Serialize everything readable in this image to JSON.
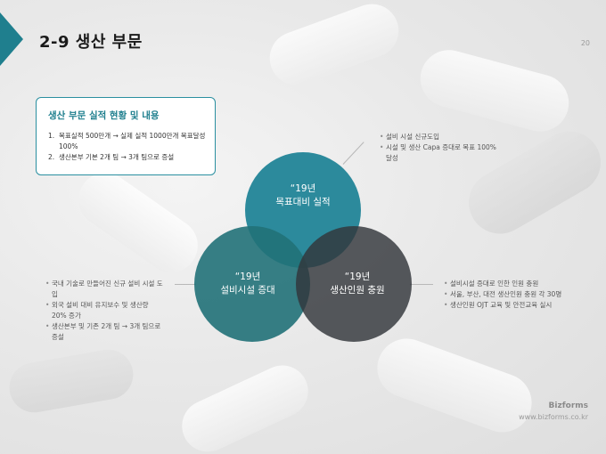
{
  "slide": {
    "title": "2-9 생산 부문",
    "page_number": "20",
    "accent_color": "#1f7f8e"
  },
  "summary_box": {
    "heading": "생산 부문 실적 현황 및 내용",
    "items": [
      {
        "number": "1.",
        "text": "목표실적 500만개 → 실제 실적 1000만개 목표달성 100%"
      },
      {
        "number": "2.",
        "text": "생산본부 기본 2개 팀 → 3개 팀으로 증설"
      }
    ]
  },
  "venn": {
    "circles": [
      {
        "id": "top",
        "line1": "“19년",
        "line2": "목표대비 실적",
        "color": "#1d8296"
      },
      {
        "id": "left",
        "line1": "“19년",
        "line2": "설비시설 증대",
        "color": "#217178"
      },
      {
        "id": "right",
        "line1": "“19년",
        "line2": "생산인원 충원",
        "color": "#32363a"
      }
    ]
  },
  "callouts": {
    "top": [
      "설비 시설 신규도입",
      "시설 및 생산 Capa 증대로 목표 100% 달성"
    ],
    "left": [
      "국내 기술로 만들어진 신규 설비 시설 도입",
      "외국 설비 대비 유지보수 및 생산량 20% 증가",
      "생산본부 및 기존 2개 팀 → 3개 팀으로 증설"
    ],
    "right": [
      "설비시설 증대로 인한 인원 충원",
      "서울, 부산, 대전 생산인원 충원 각 30명",
      "생산인원 OJT 교육 및 안전교육 실시"
    ]
  },
  "footer": {
    "brand": "Bizforms",
    "url": "www.bizforms.co.kr"
  }
}
